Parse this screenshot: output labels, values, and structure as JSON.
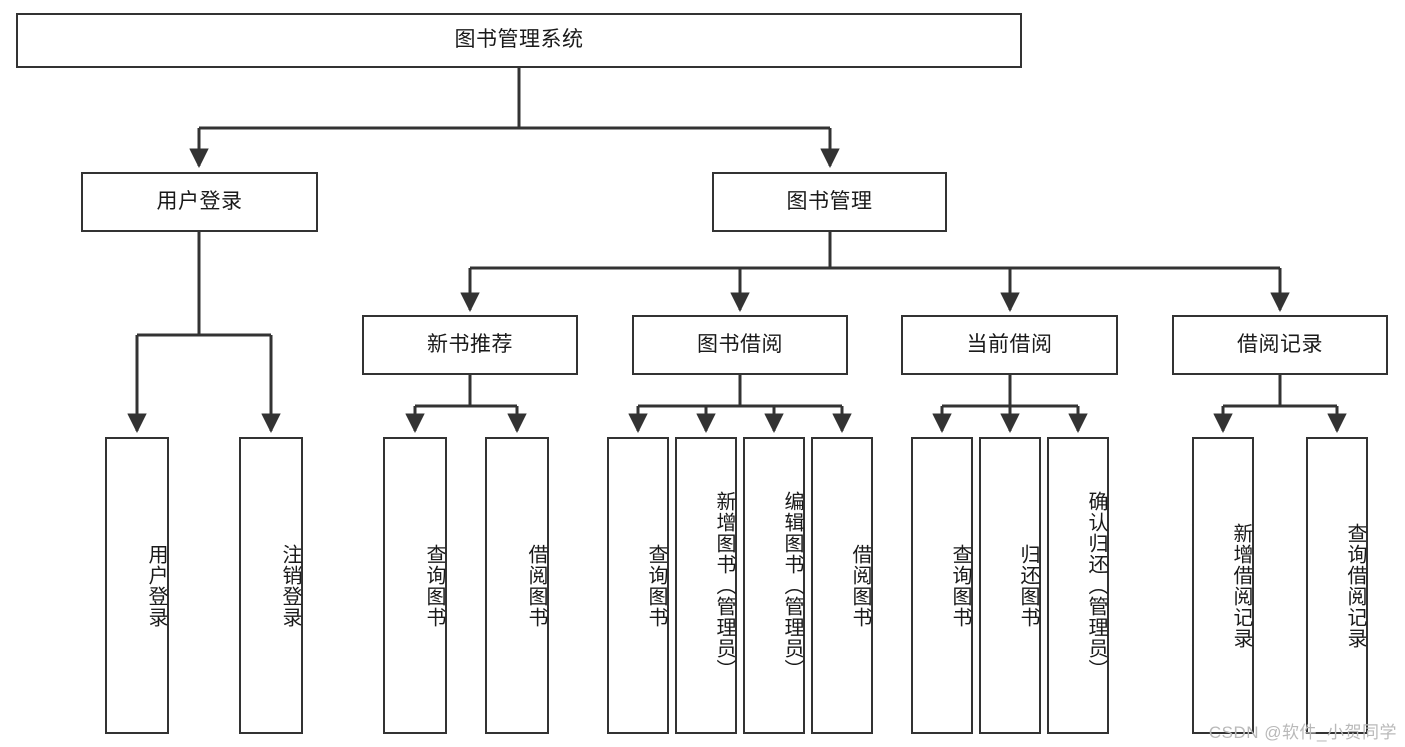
{
  "diagram": {
    "title": "图书管理系统",
    "type": "tree-hierarchy-diagram",
    "watermark": "CSDN @软件_小贺同学",
    "colors": {
      "border": "#333333",
      "background": "#ffffff",
      "text": "#1a1a1a",
      "watermark": "#b9b9b9"
    },
    "levels": {
      "root": {
        "label": "图书管理系统"
      },
      "level2": [
        {
          "label": "用户登录"
        },
        {
          "label": "图书管理"
        }
      ],
      "level3": [
        {
          "label": "新书推荐"
        },
        {
          "label": "图书借阅"
        },
        {
          "label": "当前借阅"
        },
        {
          "label": "借阅记录"
        }
      ],
      "leaves": {
        "user_login": [
          {
            "label": "用户登录"
          },
          {
            "label": "注销登录"
          }
        ],
        "new_book_recommend": [
          {
            "label": "查询图书"
          },
          {
            "label": "借阅图书"
          }
        ],
        "book_borrow": [
          {
            "label": "查询图书"
          },
          {
            "label": "新增图书（管理员）"
          },
          {
            "label": "编辑图书（管理员）"
          },
          {
            "label": "借阅图书"
          }
        ],
        "current_borrow": [
          {
            "label": "查询图书"
          },
          {
            "label": "归还图书"
          },
          {
            "label": "确认归还（管理员）"
          }
        ],
        "borrow_record": [
          {
            "label": "新增借阅记录"
          },
          {
            "label": "查询借阅记录"
          }
        ]
      }
    }
  }
}
